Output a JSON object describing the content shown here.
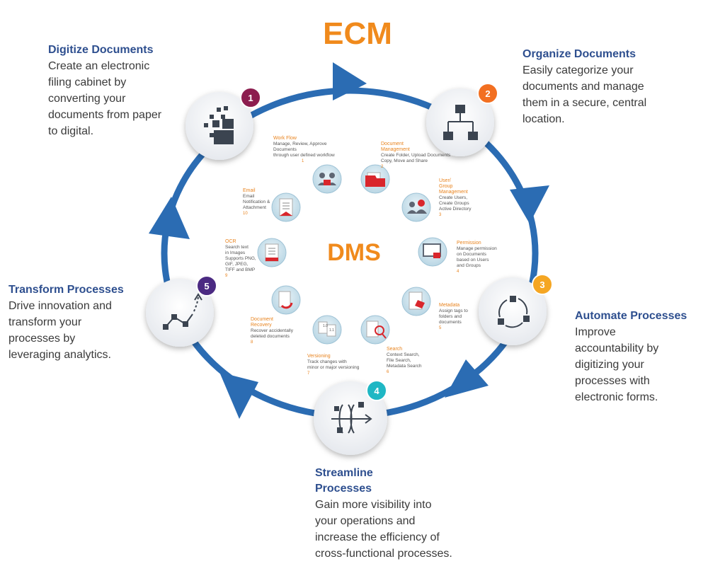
{
  "title": "ECM",
  "center_title": "DMS",
  "colors": {
    "ring": "#2b6cb3",
    "accent": "#f08a1c",
    "heading": "#2e4f8f",
    "step1": "#8c1d4f",
    "step2": "#f26f21",
    "step3": "#f5a623",
    "step4": "#1fb7c4",
    "step5": "#4b2a82"
  },
  "steps": [
    {
      "num": "1",
      "icon": "pixel-staircase-icon",
      "heading": "Digitize Documents",
      "body": "Create an electronic\nfiling cabinet by\nconverting your\ndocuments from paper\nto digital."
    },
    {
      "num": "2",
      "icon": "org-chart-icon",
      "heading": "Organize Documents",
      "body": "Easily categorize your\ndocuments and manage\nthem in a secure, central\nlocation."
    },
    {
      "num": "3",
      "icon": "cycle-arrows-icon",
      "heading": "Automate Processes",
      "body": "Improve\naccountability by\ndigitizing your\nprocesses with\nelectronic forms."
    },
    {
      "num": "4",
      "icon": "flow-streamline-icon",
      "heading": "Streamline\nProcesses",
      "body": "Gain more visibility into\nyour operations and\nincrease the efficiency of\ncross-functional  processes."
    },
    {
      "num": "5",
      "icon": "analytics-path-icon",
      "heading": "Transform Processes",
      "body": "Drive innovation and\ntransform your\nprocesses by\nleveraging analytics."
    }
  ],
  "modules": [
    {
      "num": "1",
      "title": "Work Flow",
      "desc": "Manage, Review, Approve Documents\nthrough user defined workflow",
      "icon": "workflow-users-icon"
    },
    {
      "num": "2",
      "title": "Document\nManagement",
      "desc": "Create Folder, Upload Documents\nCopy, Move and Share",
      "icon": "folder-icon"
    },
    {
      "num": "3",
      "title": "User/\nGroup\nManagement",
      "desc": "Create Users,\nCreate Groups\nActive Directory",
      "icon": "user-group-icon"
    },
    {
      "num": "4",
      "title": "Permission",
      "desc": "Manage permission\non Documents\nbased on Users\nand Groups",
      "icon": "permission-lock-icon"
    },
    {
      "num": "5",
      "title": "Metadata",
      "desc": "Assign tags to\nfolders and\ndocuments",
      "icon": "tag-document-icon"
    },
    {
      "num": "6",
      "title": "Search",
      "desc": "Context Search,\nFile Search,\nMetadata Search",
      "icon": "search-document-icon"
    },
    {
      "num": "7",
      "title": "Versioning",
      "desc": "Track changes with\nminor or major versioning",
      "icon": "versioning-icon"
    },
    {
      "num": "8",
      "title": "Document\nRecovery",
      "desc": "Recover accidentally\ndeleted documents",
      "icon": "recovery-icon"
    },
    {
      "num": "9",
      "title": "OCR",
      "desc": "Search text\nin Images\nSupports PNG,\nGIF, JPEG,\nTIFF and BMP",
      "icon": "ocr-document-icon"
    },
    {
      "num": "10",
      "title": "Email",
      "desc": "Email\nNotification &\nAttachment",
      "icon": "email-document-icon"
    }
  ]
}
